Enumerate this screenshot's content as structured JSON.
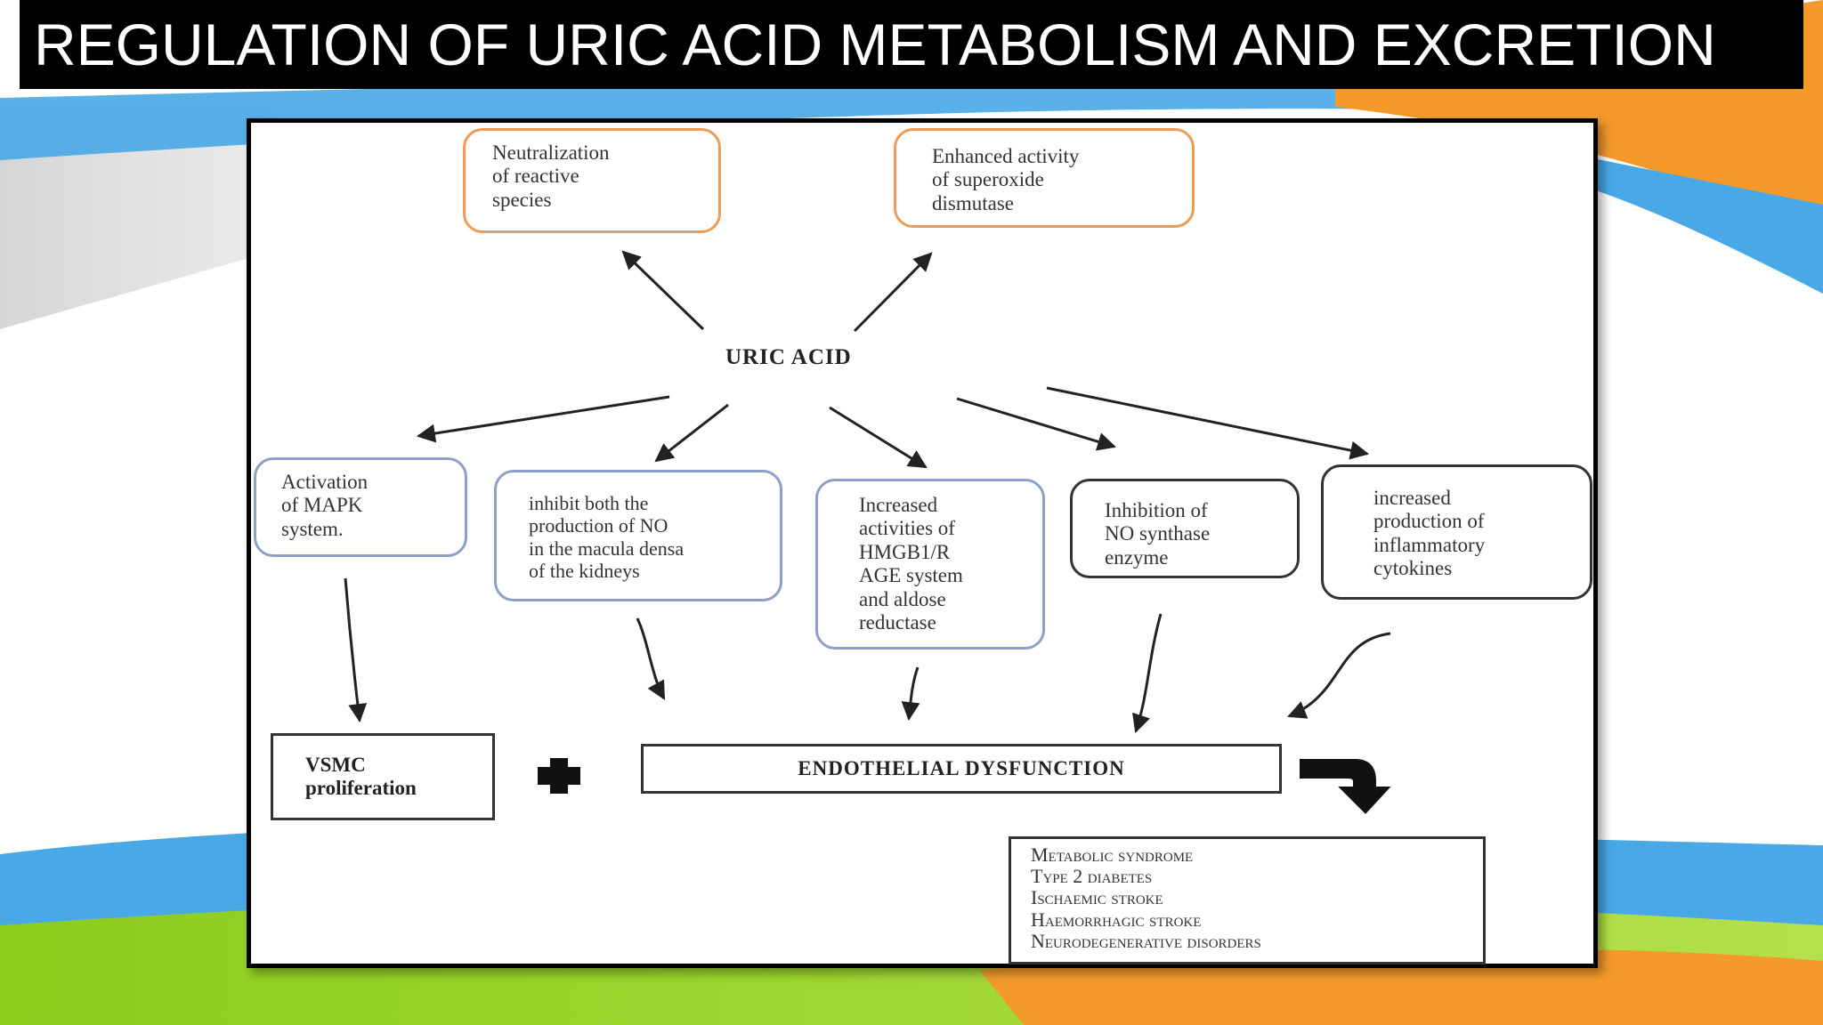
{
  "slide": {
    "title": "REGULATION OF URIC ACID METABOLISM AND EXCRETION"
  },
  "diagram": {
    "center": "URIC ACID",
    "top_boxes": [
      "Neutralization\nof reactive\nspecies",
      "Enhanced activity\nof superoxide\ndismutase"
    ],
    "mid_boxes": [
      "Activation\nof MAPK\nsystem.",
      "inhibit both the\nproduction of NO\nin the macula densa\nof the kidneys",
      "Increased\nactivities of\nHMGB1/R\nAGE system\nand aldose\nreductase",
      "Inhibition of\nNO synthase\nenzyme",
      "increased\nproduction of\ninflammatory\ncytokines"
    ],
    "vsmc": "VSMC\nproliferation",
    "endothelial": "ENDOTHELIAL DYSFUNCTION",
    "outcomes": [
      "Metabolic syndrome",
      "Type 2 diabetes",
      "Ischaemic stroke",
      "Haemorrhagic stroke",
      "Neurodegenerative disorders"
    ]
  },
  "colors": {
    "title_bg": "#000000",
    "orange_border": "#ef9a57",
    "blue_border": "#8ea0c8",
    "dark_border": "#333333"
  }
}
